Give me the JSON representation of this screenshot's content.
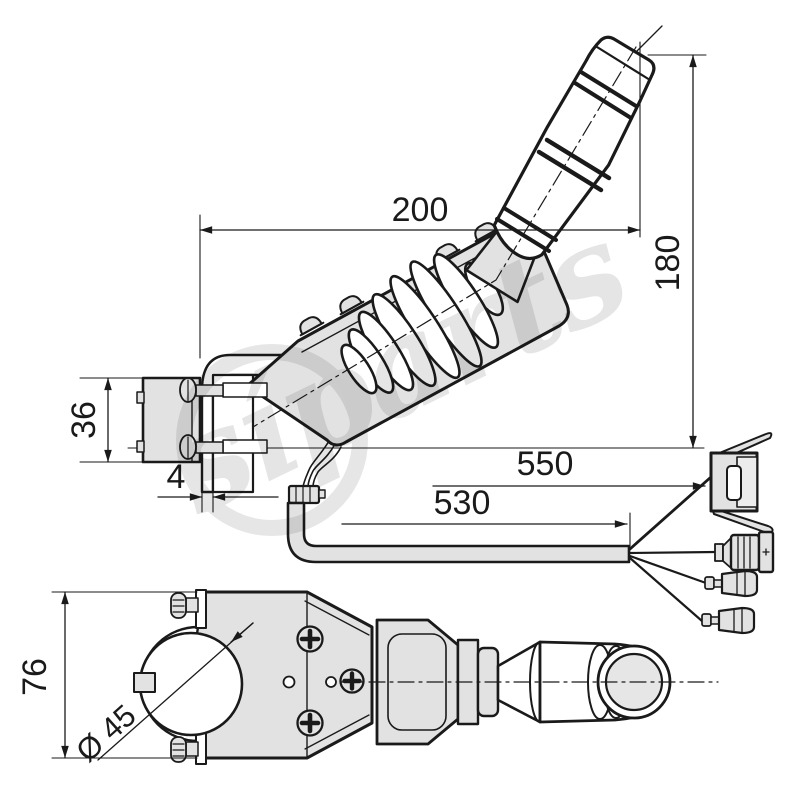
{
  "diagram": {
    "type": "technical-drawing",
    "subject": "column switch joystick lever with mounting clamp and wiring harness",
    "watermark": {
      "text": "síparts"
    },
    "dimensions": {
      "length_200": "200",
      "height_180": "180",
      "block_height_36": "36",
      "plate_thickness_4": "4",
      "cable_length_550": "550",
      "cable_length_530": "530",
      "clamp_height_76": "76",
      "clamp_diameter_45": "Ø 45"
    },
    "colors": {
      "line": "#1a1a1a",
      "part_fill": "#e2e2e2",
      "part_fill_light": "#ececec",
      "watermark": "#cfcfcf",
      "background": "#ffffff"
    }
  }
}
